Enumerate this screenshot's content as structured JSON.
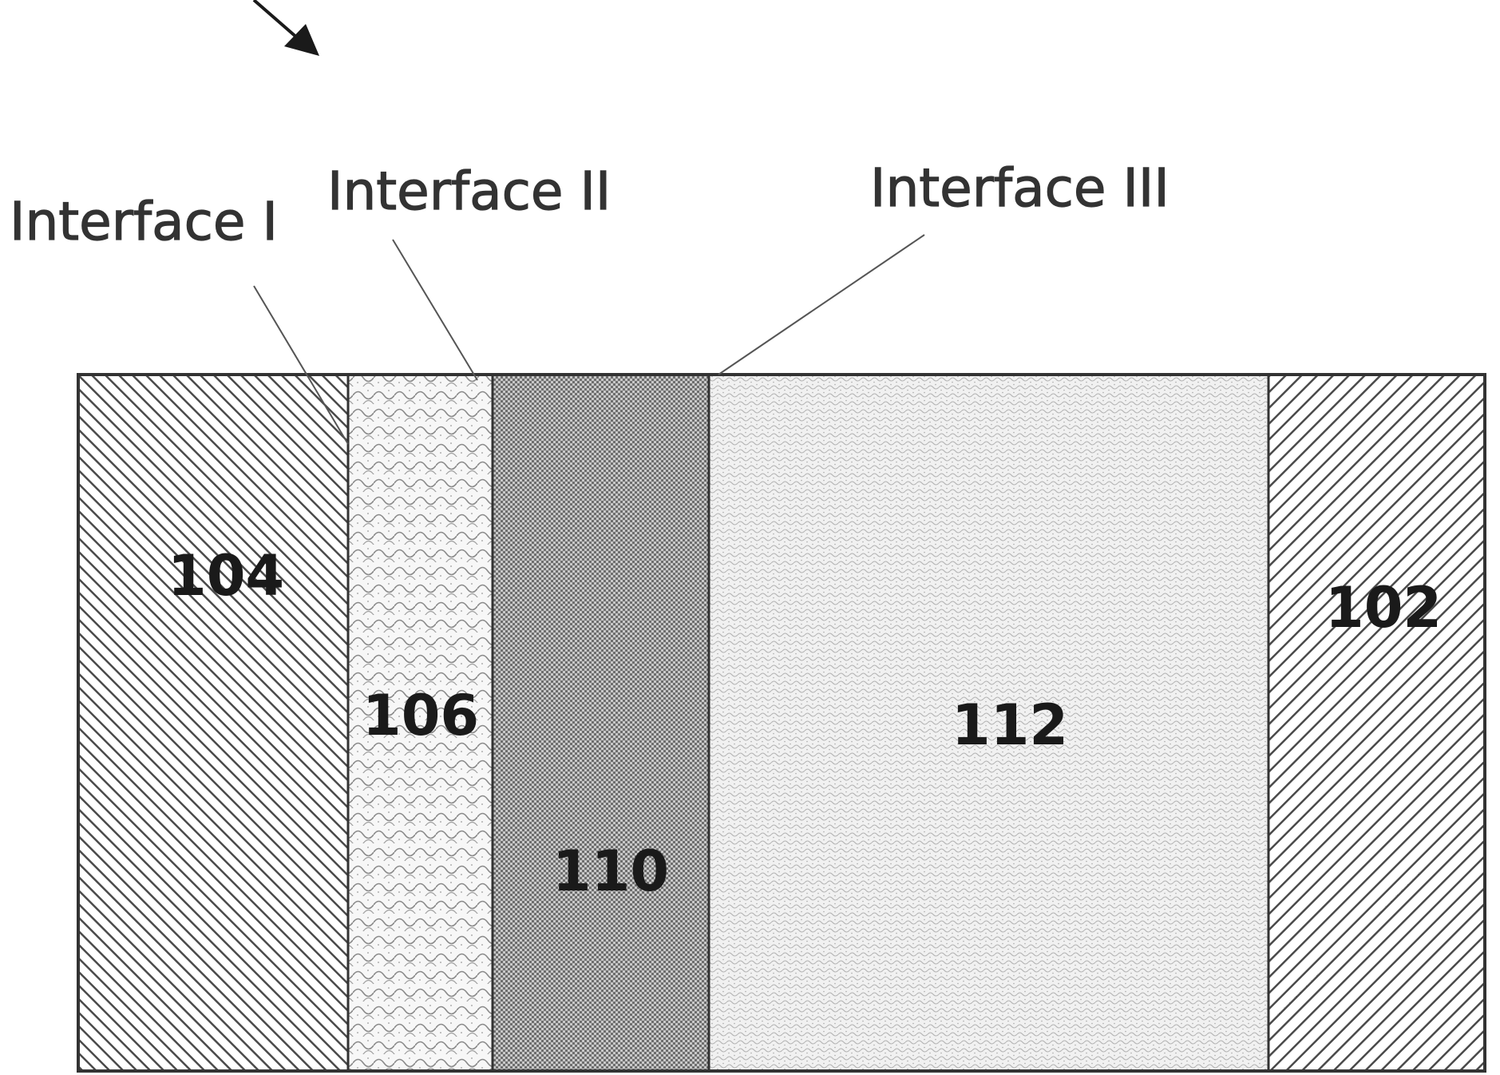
{
  "layers": [
    {
      "id": "104",
      "label": "104"
    },
    {
      "id": "106",
      "label": "106"
    },
    {
      "id": "110",
      "label": "110"
    },
    {
      "id": "112",
      "label": "112"
    },
    {
      "id": "102",
      "label": "102"
    }
  ],
  "interfaces": [
    {
      "id": "I",
      "label": "Interface I"
    },
    {
      "id": "II",
      "label": "Interface II"
    },
    {
      "id": "III",
      "label": "Interface III"
    }
  ],
  "colors": {
    "outline": "#333333",
    "hatch": "#4a4a4a",
    "background": "#ffffff"
  }
}
